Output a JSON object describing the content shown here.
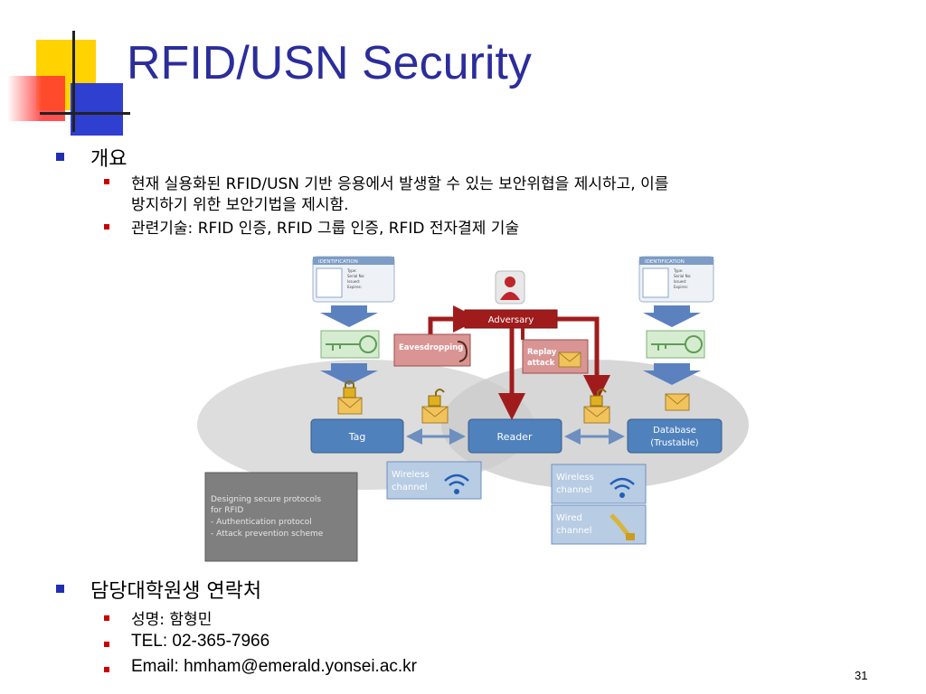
{
  "slide": {
    "title": "RFID/USN Security",
    "page_number": "31"
  },
  "overview": {
    "heading": "개요",
    "bullets": [
      "현재 실용화된 RFID/USN 기반 응용에서 발생할 수 있는 보안위협을 제시하고, 이를",
      "방지하기 위한 보안기법을 제시함.",
      "관련기술: RFID 인증, RFID 그룹 인증, RFID 전자결제 기술"
    ]
  },
  "diagram": {
    "id_card_header": "IDENTIFICATION",
    "id_card_fields": [
      "Type:",
      "Serial No:",
      "Issued:",
      "Expires:"
    ],
    "adversary": "Adversary",
    "eavesdropping": "Eavesdropping",
    "replay_attack": [
      "Replay",
      "attack"
    ],
    "tag": "Tag",
    "reader": "Reader",
    "database": [
      "Database",
      "(Trustable)"
    ],
    "wireless_channel": [
      "Wireless",
      "channel"
    ],
    "wired_channel": [
      "Wired",
      "channel"
    ],
    "design_box": [
      "Designing  secure  protocols",
      "for  RFID",
      "- Authentication  protocol",
      "- Attack  prevention  scheme"
    ],
    "colors": {
      "node_blue": "#4f81bd",
      "adversary_red": "#a01c1c",
      "attack_pink": "#d99594",
      "channel_blue": "#b8cce4",
      "design_gray": "#7f7f7f"
    }
  },
  "contact": {
    "heading": "담당대학원생 연락처",
    "bullets": [
      "성명: 함형민",
      "TEL: 02-365-7966",
      "Email: hmham@emerald.yonsei.ac.kr"
    ]
  }
}
